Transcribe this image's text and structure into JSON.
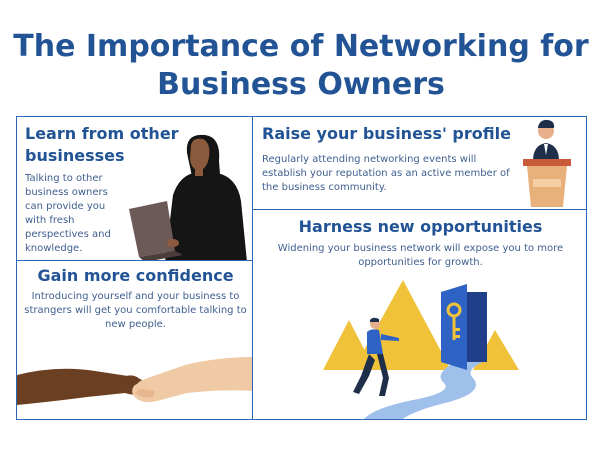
{
  "page": {
    "title_line1": "The Importance of Networking for",
    "title_line2": "Business Owners"
  },
  "learn": {
    "heading_line1": "Learn from other",
    "heading_line2": "businesses",
    "body_lines": [
      "Talking to other",
      "business owners",
      "can provide you",
      "with fresh",
      "perspectives and",
      "knowledge."
    ]
  },
  "raise": {
    "heading": "Raise your business' profile",
    "body_lines": [
      "Regularly attending networking events will",
      "establish your reputation as an active member of",
      "the business community."
    ]
  },
  "harness": {
    "heading": "Harness new opportunities",
    "body_lines": [
      "Widening your business network will expose you to more",
      "opportunities for growth."
    ]
  },
  "confidence": {
    "heading": "Gain more confidence",
    "body_lines": [
      "Introducing yourself and your business to",
      "strangers will get you comfortable talking to",
      "new people."
    ]
  },
  "colors": {
    "title_blue": "#225495",
    "border_blue": "#2a67b4",
    "mountain_yellow": "#f0c23a",
    "door_blue": "#2e62c4",
    "path_blue": "#9ec0ea"
  }
}
